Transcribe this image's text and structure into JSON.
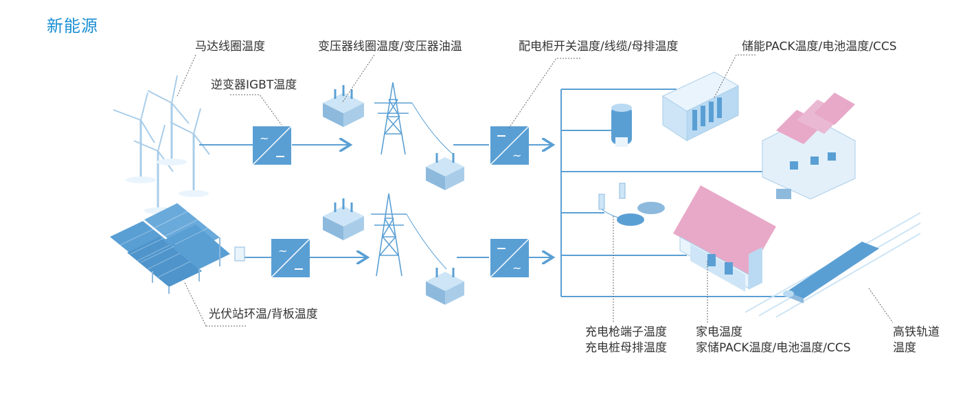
{
  "title": "新能源",
  "labels": {
    "motor": "马达线圈温度",
    "inverter": "逆变器IGBT温度",
    "transformer": "变压器线圈温度/变压器油温",
    "switchgear": "配电柜开关温度/线缆/母排温度",
    "storage": "储能PACK温度/电池温度/CCS",
    "pv": "光伏站环温/背板温度",
    "charger_1": "充电枪端子温度",
    "charger_2": "充电桩母排温度",
    "home_1": "家电温度",
    "home_2": "家储PACK温度/电池温度/CCS",
    "rail_1": "高铁轨道",
    "rail_2": "温度"
  },
  "colors": {
    "title": "#1a8fd4",
    "accent_blue": "#5a9fd4",
    "light_blue": "#b9daf2",
    "pink": "#e8a9c8",
    "text": "#333333"
  },
  "icons": [
    "wind-turbine-icon",
    "solar-panel-icon",
    "inverter-icon",
    "transformer-icon",
    "pylon-icon",
    "battery-icon",
    "storage-container-icon",
    "factory-icon",
    "ev-charger-icon",
    "house-icon",
    "train-icon"
  ]
}
